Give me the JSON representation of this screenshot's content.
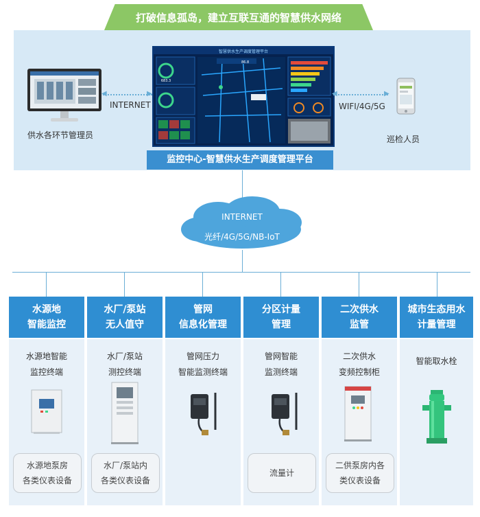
{
  "banner": "打破信息孤岛，建立互联互通的智慧供水网络",
  "platform_label": "监控中心-智慧供水生产调度管理平台",
  "left_node": {
    "link": "INTERNET",
    "label": "供水各环节管理员"
  },
  "right_node": {
    "link": "WIFI/4G/5G",
    "label": "巡检人员"
  },
  "cloud": {
    "line1": "INTERNET",
    "line2": "光纤/4G/5G/NB-IoT"
  },
  "screen": {
    "title": "智慧供水生产调度管理平台",
    "v1": "683.3",
    "v2": "86.8"
  },
  "columns": [
    {
      "title1": "水源地",
      "title2": "智能监控",
      "desc1": "水源地智能",
      "desc2": "监控终端",
      "box1": "水源地泵房",
      "box2": "各类仪表设备"
    },
    {
      "title1": "水厂/泵站",
      "title2": "无人值守",
      "desc1": "水厂/泵站",
      "desc2": "测控终端",
      "box1": "水厂/泵站内",
      "box2": "各类仪表设备"
    },
    {
      "title1": "管网",
      "title2": "信息化管理",
      "desc1": "管网压力",
      "desc2": "智能监测终端"
    },
    {
      "title1": "分区计量",
      "title2": "管理",
      "desc1": "管网智能",
      "desc2": "监测终端",
      "box1": "流量计"
    },
    {
      "title1": "二次供水",
      "title2": "监管",
      "desc1": "二次供水",
      "desc2": "变频控制柜",
      "box1": "二供泵房内各",
      "box2": "类仪表设备"
    },
    {
      "title1": "城市生态用水",
      "title2": "计量管理",
      "desc1": "智能取水栓"
    }
  ]
}
